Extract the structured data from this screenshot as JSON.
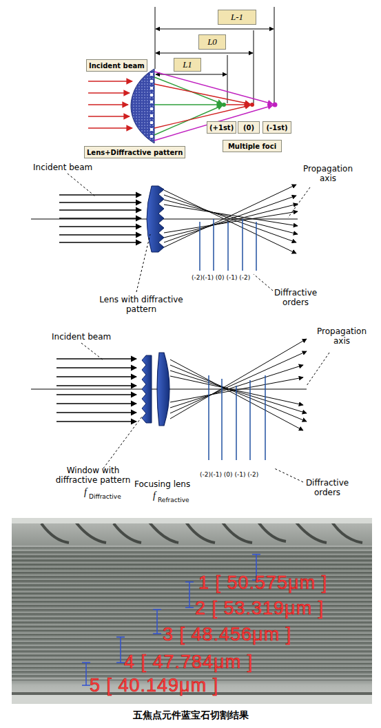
{
  "diagram": {
    "caption": "五焦点元件蓝宝石切割结果",
    "nodes": [
      {
        "text": [
          "L-1"
        ]
      },
      {
        "text": [
          "L0"
        ]
      },
      {
        "text": [
          "L1"
        ]
      },
      {
        "text": [
          "Incident beam"
        ]
      },
      {
        "text": [
          "Lens+Diffractive pattern"
        ]
      },
      {
        "text": [
          "(+1st)"
        ]
      },
      {
        "text": [
          "(0)"
        ]
      },
      {
        "text": [
          "(-1st)"
        ]
      },
      {
        "text": [
          "Multiple foci"
        ]
      }
    ],
    "edges": [],
    "labels": [
      "Incident beam",
      "Propagation axis",
      "Lens with diffractive pattern",
      "(-2)(-1) (0) (-1) (-2)",
      "Diffractive orders",
      "Incident beam",
      "Propagation axis",
      "Window with diffractive pattern",
      "f",
      "Diffractive",
      "Focusing lens",
      "f",
      "Refractive",
      "(-2)(-1) (0) (-1) (-2)",
      "Diffractive orders",
      "1 [ 50.575μm ]",
      "2 [ 53.319μm ]",
      "3 [ 48.456μm ]",
      "4 [ 47.784μm ]",
      "5 [ 40.149μm ]"
    ]
  }
}
